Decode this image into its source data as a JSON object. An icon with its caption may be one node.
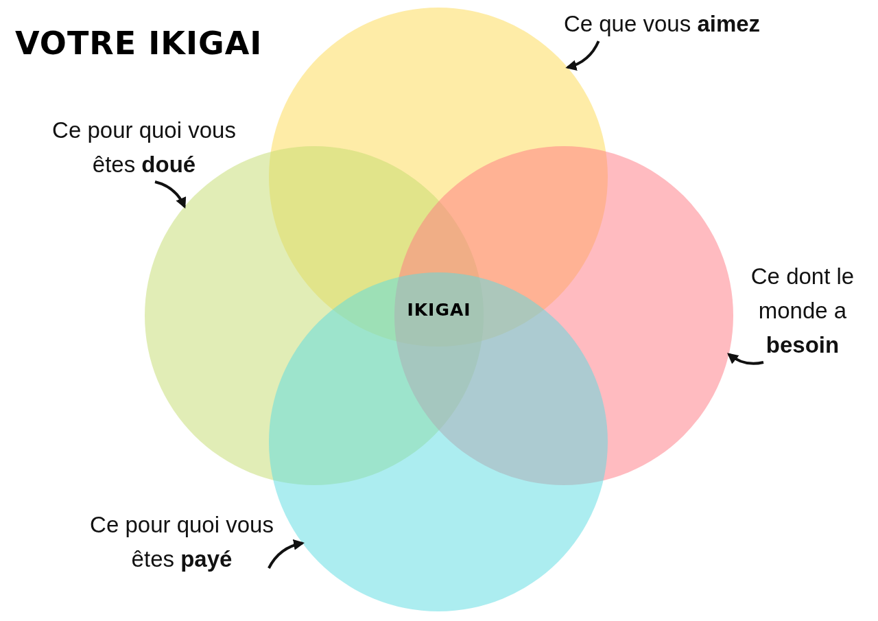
{
  "diagram": {
    "title": "VOTRE IKIGAI",
    "nodes": [
      {
        "text": [],
        "shape": "circle"
      },
      {
        "text": [],
        "shape": "circle"
      },
      {
        "text": [],
        "shape": "circle"
      },
      {
        "text": [],
        "shape": "circle"
      },
      {
        "text": [
          "Ce que vous **aimez**"
        ]
      },
      {
        "text": [
          "Ce pour quoi vous êtes **doué**"
        ]
      },
      {
        "text": [
          "Ce dont le monde a **besoin**"
        ]
      },
      {
        "text": [
          "Ce pour quoi vous êtes **payé**"
        ]
      }
    ],
    "edges": [
      {
        "from": 4,
        "to": 0,
        "arrow": "to"
      },
      {
        "from": 5,
        "to": 1,
        "arrow": "to"
      },
      {
        "from": 6,
        "to": 2,
        "arrow": "to"
      },
      {
        "from": 7,
        "to": 3,
        "arrow": "to"
      }
    ],
    "labels": [
      "IKIGAI"
    ]
  }
}
